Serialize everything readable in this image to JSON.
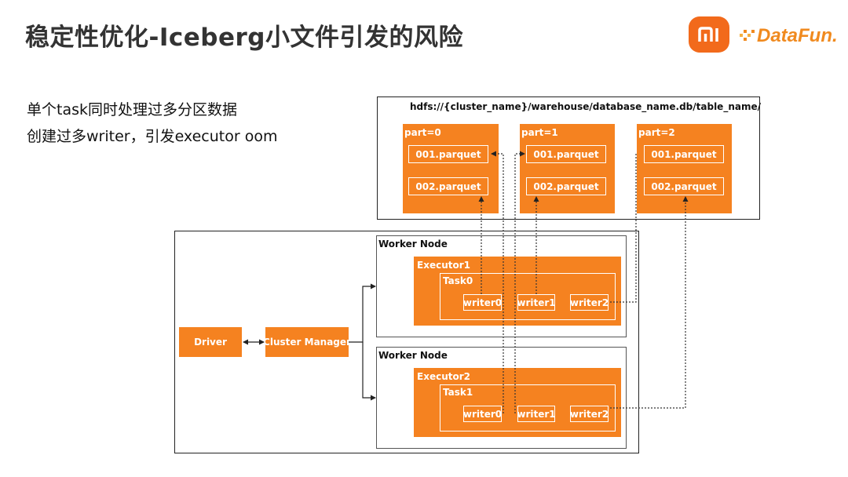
{
  "title": "稳定性优化-Iceberg小文件引发的风险",
  "bullets": [
    "单个task同时处理过多分区数据",
    "创建过多writer，引发executor oom"
  ],
  "logos": {
    "mi": "mi",
    "datafun": "DataFun."
  },
  "hdfs": {
    "path": "hdfs://{cluster_name}/warehouse/database_name.db/table_name/",
    "partitions": [
      {
        "label": "part=0",
        "files": [
          "001.parquet",
          "002.parquet"
        ]
      },
      {
        "label": "part=1",
        "files": [
          "001.parquet",
          "002.parquet"
        ]
      },
      {
        "label": "part=2",
        "files": [
          "001.parquet",
          "002.parquet"
        ]
      }
    ]
  },
  "cluster": {
    "driver": "Driver",
    "cluster_manager": "Cluster Manager",
    "workers": [
      {
        "label": "Worker Node",
        "executor": "Executor1",
        "task": "Task0",
        "writers": [
          "writer0",
          "writer1",
          "writer2"
        ]
      },
      {
        "label": "Worker Node",
        "executor": "Executor2",
        "task": "Task1",
        "writers": [
          "writer0",
          "writer1",
          "writer2"
        ]
      }
    ]
  },
  "colors": {
    "accent": "#f58220",
    "mi_brand": "#f26a1b",
    "datafun": "#f08a1f"
  }
}
